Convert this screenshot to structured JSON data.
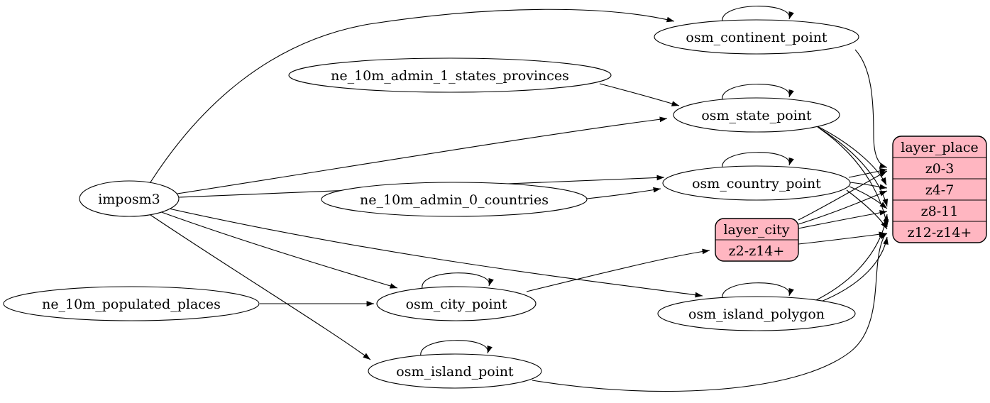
{
  "diagram": {
    "kind": "etl-graph",
    "colors": {
      "background": "#ffffff",
      "node_fill": "#ffffff",
      "layer_fill": "#ffb6c1",
      "stroke": "#000000"
    },
    "sources": [
      {
        "id": "imposm3",
        "label": "imposm3"
      },
      {
        "id": "ne_10m_admin_1_states_provinces",
        "label": "ne_10m_admin_1_states_provinces"
      },
      {
        "id": "ne_10m_admin_0_countries",
        "label": "ne_10m_admin_0_countries"
      },
      {
        "id": "ne_10m_populated_places",
        "label": "ne_10m_populated_places"
      }
    ],
    "tables": [
      {
        "id": "osm_continent_point",
        "label": "osm_continent_point"
      },
      {
        "id": "osm_state_point",
        "label": "osm_state_point"
      },
      {
        "id": "osm_country_point",
        "label": "osm_country_point"
      },
      {
        "id": "osm_city_point",
        "label": "osm_city_point"
      },
      {
        "id": "osm_island_polygon",
        "label": "osm_island_polygon"
      },
      {
        "id": "osm_island_point",
        "label": "osm_island_point"
      }
    ],
    "layers": [
      {
        "id": "layer_city",
        "title": "layer_city",
        "zoom_rows": [
          "z2-z14+"
        ]
      },
      {
        "id": "layer_place",
        "title": "layer_place",
        "zoom_rows": [
          "z0-3",
          "z4-7",
          "z8-11",
          "z12-z14+"
        ]
      }
    ],
    "edges": [
      {
        "from": "imposm3",
        "to": "osm_continent_point"
      },
      {
        "from": "imposm3",
        "to": "osm_state_point"
      },
      {
        "from": "imposm3",
        "to": "osm_country_point"
      },
      {
        "from": "imposm3",
        "to": "osm_city_point"
      },
      {
        "from": "imposm3",
        "to": "osm_island_polygon"
      },
      {
        "from": "imposm3",
        "to": "osm_island_point"
      },
      {
        "from": "ne_10m_admin_1_states_provinces",
        "to": "osm_state_point"
      },
      {
        "from": "ne_10m_admin_0_countries",
        "to": "osm_country_point"
      },
      {
        "from": "ne_10m_populated_places",
        "to": "osm_city_point"
      },
      {
        "from": "osm_continent_point",
        "to": "osm_continent_point"
      },
      {
        "from": "osm_state_point",
        "to": "osm_state_point"
      },
      {
        "from": "osm_country_point",
        "to": "osm_country_point"
      },
      {
        "from": "osm_city_point",
        "to": "osm_city_point"
      },
      {
        "from": "osm_island_polygon",
        "to": "osm_island_polygon"
      },
      {
        "from": "osm_island_point",
        "to": "osm_island_point"
      },
      {
        "from": "osm_city_point",
        "to": "layer_city",
        "port": "z2-z14+"
      },
      {
        "from": "osm_continent_point",
        "to": "layer_place",
        "port": "z0-3"
      },
      {
        "from": "osm_country_point",
        "to": "layer_place",
        "port": "z0-3"
      },
      {
        "from": "osm_country_point",
        "to": "layer_place",
        "port": "z4-7"
      },
      {
        "from": "osm_country_point",
        "to": "layer_place",
        "port": "z8-11"
      },
      {
        "from": "osm_country_point",
        "to": "layer_place",
        "port": "z12-z14+"
      },
      {
        "from": "osm_state_point",
        "to": "layer_place",
        "port": "z4-7"
      },
      {
        "from": "osm_state_point",
        "to": "layer_place",
        "port": "z8-11"
      },
      {
        "from": "osm_state_point",
        "to": "layer_place",
        "port": "z12-z14+"
      },
      {
        "from": "layer_city",
        "to": "layer_place",
        "port": "z0-3"
      },
      {
        "from": "layer_city",
        "to": "layer_place",
        "port": "z4-7"
      },
      {
        "from": "layer_city",
        "to": "layer_place",
        "port": "z8-11"
      },
      {
        "from": "layer_city",
        "to": "layer_place",
        "port": "z12-z14+"
      },
      {
        "from": "osm_island_polygon",
        "to": "layer_place",
        "port": "z8-11"
      },
      {
        "from": "osm_island_polygon",
        "to": "layer_place",
        "port": "z12-z14+"
      },
      {
        "from": "osm_island_point",
        "to": "layer_place",
        "port": "z12-z14+"
      }
    ]
  }
}
